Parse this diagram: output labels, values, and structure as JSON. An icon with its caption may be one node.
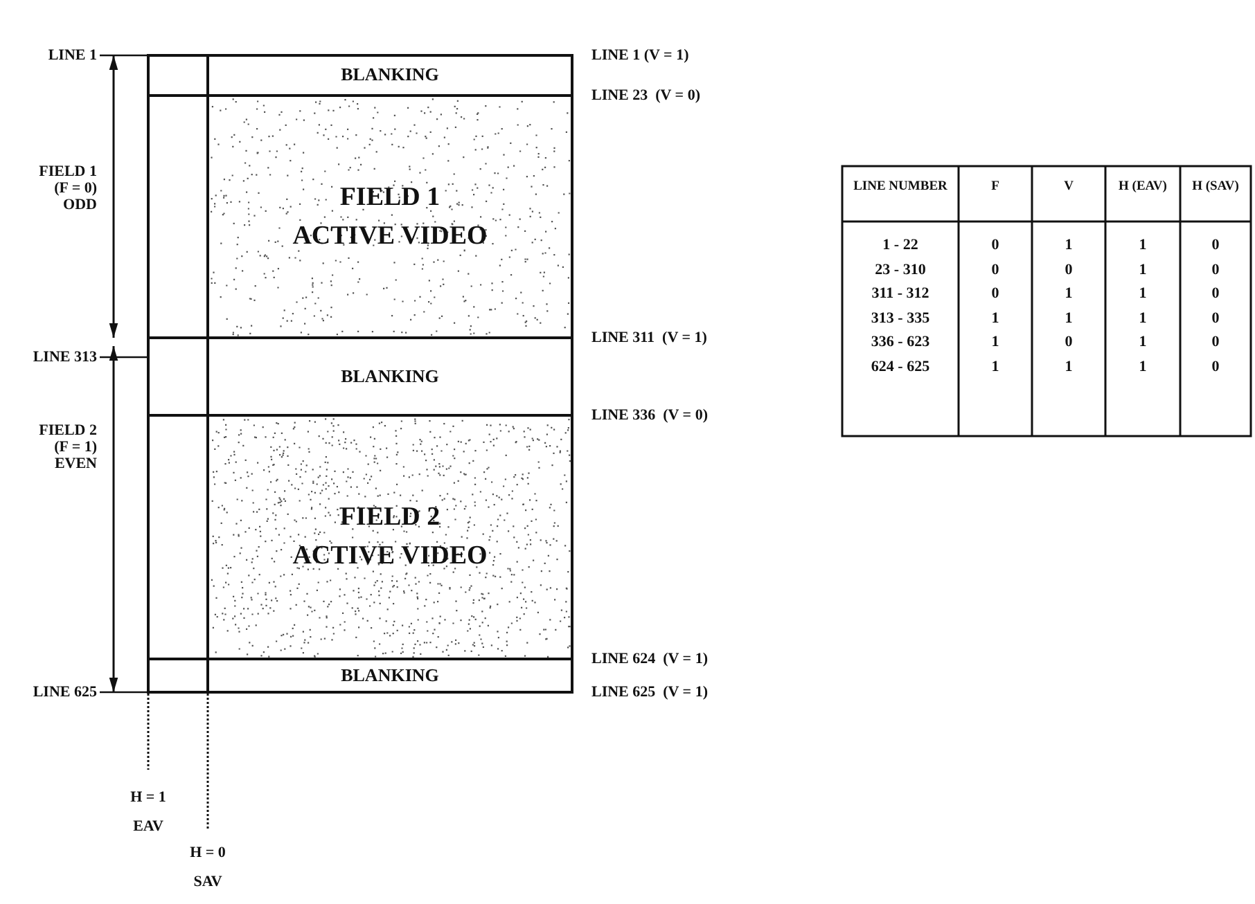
{
  "diagram": {
    "nodes": [
      {
        "text": [
          "BLANKING"
        ]
      },
      {
        "text": [
          "FIELD 1 ACTIVE VIDEO"
        ]
      },
      {
        "text": [
          "BLANKING"
        ]
      },
      {
        "text": [
          "FIELD 2 ACTIVE VIDEO"
        ]
      },
      {
        "text": [
          "BLANKING"
        ]
      }
    ],
    "labels": [
      "LINE 1",
      "FIELD 1 (F = 0) ODD",
      "LINE 313",
      "FIELD 2 (F = 1) EVEN",
      "LINE 625",
      "LINE 1 (V = 1)",
      "LINE 23  (V = 0)",
      "LINE 311  (V = 1)",
      "LINE 336  (V = 0)",
      "LINE 624  (V = 1)",
      "LINE 625  (V = 1)",
      "H = 1 EAV",
      "H = 0 SAV",
      "LINE NUMBER",
      "F",
      "V",
      "H (EAV)",
      "H (SAV)",
      "1 - 22",
      "0",
      "1",
      "1",
      "0",
      "23 - 310",
      "0",
      "0",
      "1",
      "0",
      "311 - 312",
      "0",
      "1",
      "1",
      "0",
      "313 - 335",
      "1",
      "1",
      "1",
      "0",
      "336 - 623",
      "1",
      "0",
      "1",
      "0",
      "624 - 625",
      "1",
      "1",
      "1",
      "0"
    ]
  }
}
